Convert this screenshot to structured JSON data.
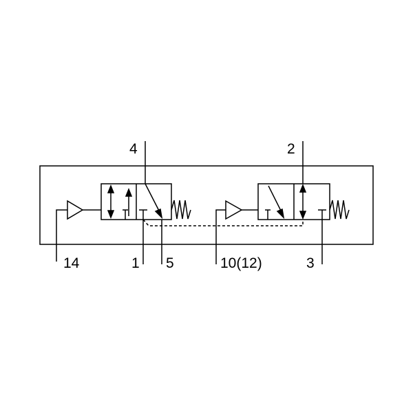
{
  "diagram": {
    "ports": {
      "p4": "4",
      "p2": "2",
      "p14": "14",
      "p1": "1",
      "p5": "5",
      "p10": "10(12)",
      "p3": "3"
    }
  }
}
